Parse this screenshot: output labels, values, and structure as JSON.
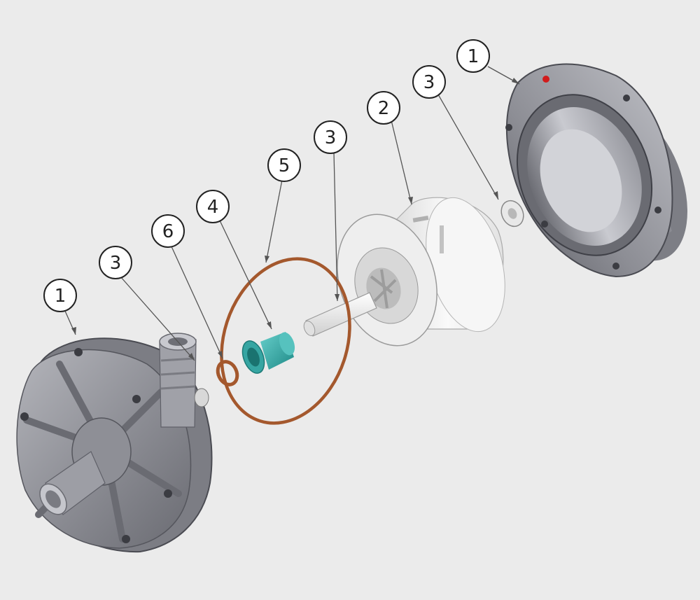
{
  "callouts": [
    {
      "label": "1"
    },
    {
      "label": "3"
    },
    {
      "label": "2"
    },
    {
      "label": "3"
    },
    {
      "label": "5"
    },
    {
      "label": "4"
    },
    {
      "label": "6"
    },
    {
      "label": "3"
    },
    {
      "label": "1"
    }
  ],
  "colors": {
    "background": "#ebebeb",
    "housing": "#8f9097",
    "housing_dark": "#5f6068",
    "impeller": "#f2f2f2",
    "shaft": "#f4f4f4",
    "oring": "#a4582d",
    "bushing": "#3aa9a6",
    "red_dot": "#d11c1c",
    "leader": "#555555"
  },
  "icons": [
    "front-housing",
    "rear-housing",
    "impeller",
    "shaft",
    "thrust-washer",
    "o-ring",
    "bushing",
    "small-o-ring"
  ]
}
